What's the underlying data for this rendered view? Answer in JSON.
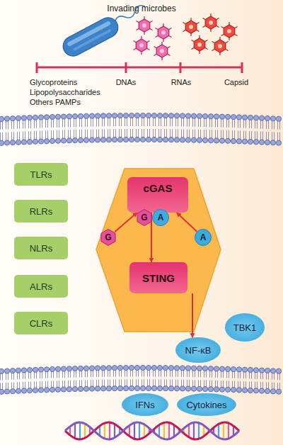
{
  "diagram": {
    "nodes": [
      {
        "text": [
          "TLRs"
        ]
      },
      {
        "text": [
          "RLRs"
        ]
      },
      {
        "text": [
          "NLRs"
        ]
      },
      {
        "text": [
          "ALRs"
        ]
      },
      {
        "text": [
          "CLRs"
        ]
      },
      {
        "text": [
          "cGAS"
        ]
      },
      {
        "text": [
          "G"
        ],
        "in": 5
      },
      {
        "text": [
          "A"
        ],
        "in": 5
      },
      {
        "text": [
          "G"
        ]
      },
      {
        "text": [
          "A"
        ]
      },
      {
        "text": [
          "STING"
        ]
      },
      {
        "text": [
          "TBK1"
        ]
      },
      {
        "text": [
          "NF-κB"
        ]
      },
      {
        "text": [
          "IFNs"
        ]
      },
      {
        "text": [
          "Cytokines"
        ]
      }
    ],
    "edges": [
      {
        "from": 8,
        "to": 5,
        "arrow": "to"
      },
      {
        "from": 9,
        "to": 5,
        "arrow": "to"
      },
      {
        "from": 5,
        "to": 10,
        "arrow": "to"
      },
      {
        "from": 10,
        "to": 12,
        "arrow": "to"
      }
    ],
    "labels": [
      "Invading microbes",
      "Glycoproteins",
      "Lipopolysaccharides",
      "Others PAMPs",
      "DNAs",
      "RNAs",
      "Capsid"
    ]
  }
}
